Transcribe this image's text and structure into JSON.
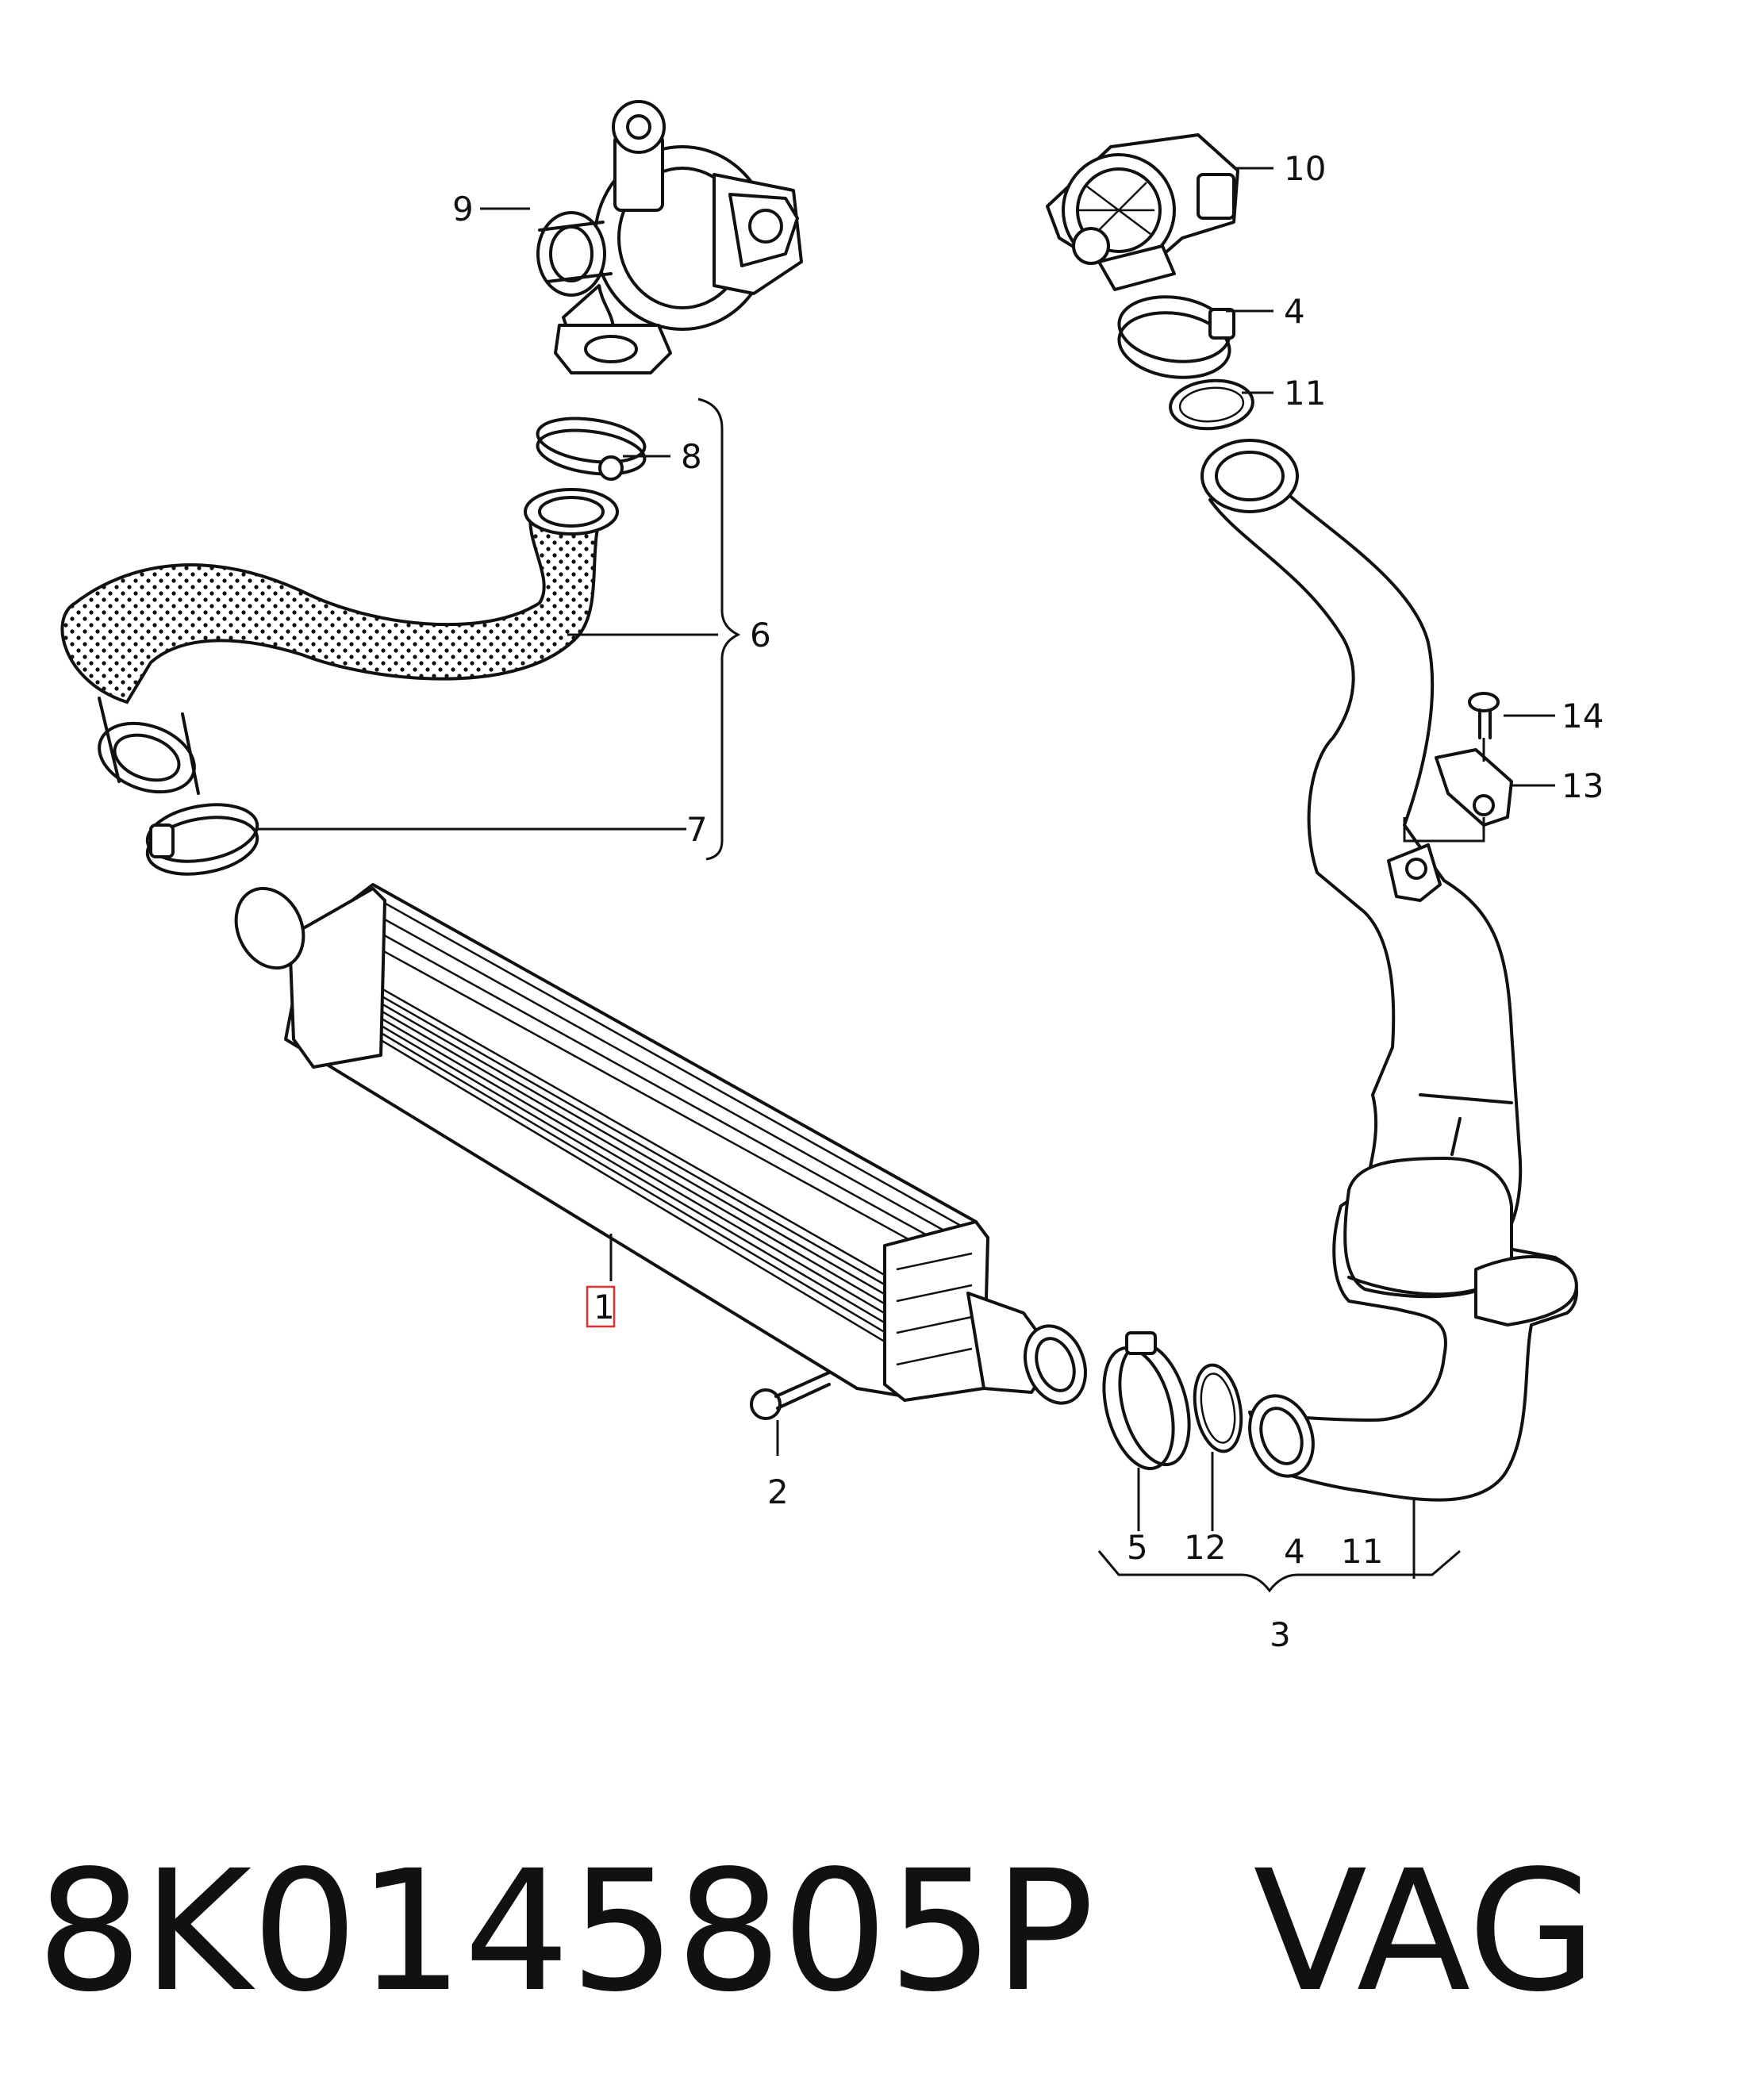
{
  "labels": {
    "l1": "1",
    "l2": "2",
    "l3": "3",
    "l4_top": "4",
    "l4_bottom": "4",
    "l5": "5",
    "l6": "6",
    "l7": "7",
    "l8": "8",
    "l9": "9",
    "l10": "10",
    "l11_top": "11",
    "l11_bottom": "11",
    "l12": "12",
    "l13": "13",
    "l14": "14"
  },
  "caption": {
    "part_number": "8K0145805P",
    "brand": "VAG"
  },
  "colors": {
    "ink": "#111111",
    "highlight": "#e03030",
    "background": "#ffffff"
  }
}
